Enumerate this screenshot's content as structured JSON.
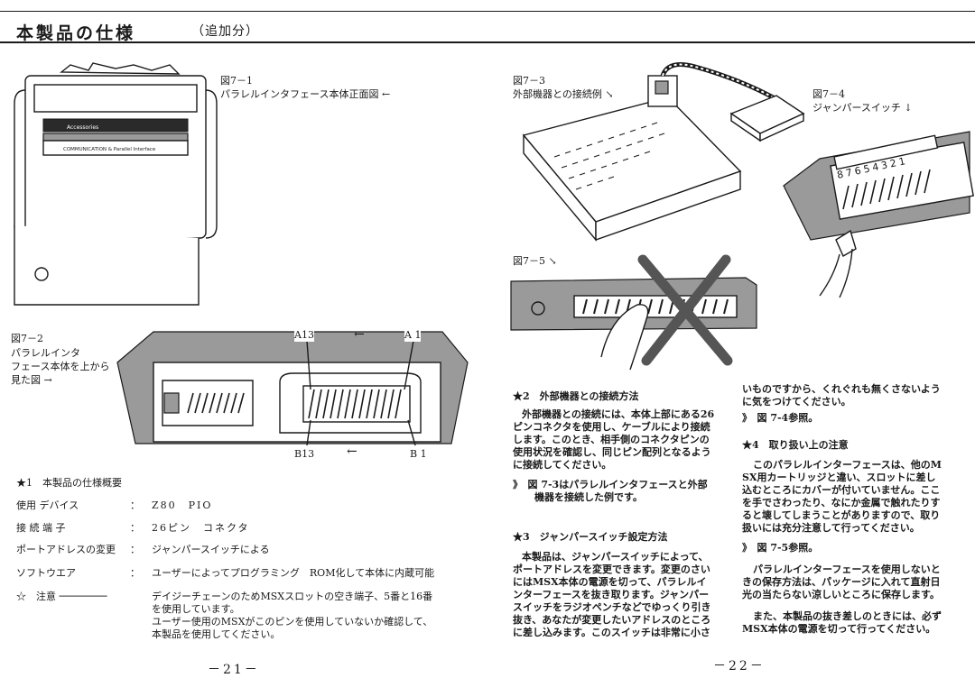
{
  "header": {
    "title": "本製品の仕様",
    "subtitle": "（追加分）"
  },
  "left_page": {
    "fig71": {
      "num": "図7－1",
      "caption": "パラレルインタフェース本体正面図 ←"
    },
    "cartridge_label": {
      "logo_text": "Accessories",
      "product_text": "COMMUNICATION & Parallel Interface"
    },
    "fig72": {
      "num": "図7－2",
      "lines": [
        "パラレルインタ",
        "フェース本体を上から",
        "見た図 →"
      ]
    },
    "connector_labels": {
      "a13": "A13",
      "a1": "A 1",
      "b13": "B13",
      "b1": "B 1",
      "arrow_top": "←",
      "arrow_bottom": "←"
    },
    "spec_heading": "★1　本製品の仕様概要",
    "specs": [
      {
        "label": "使用 デバイス",
        "colon": "：",
        "value": "Z80　PIO"
      },
      {
        "label": "接 続 端 子",
        "colon": "：",
        "value": "26ピン　コネクタ"
      },
      {
        "label": "ポートアドレスの変更",
        "colon": "：",
        "value": "ジャンパースイッチによる"
      },
      {
        "label": "ソフトウエア",
        "colon": "：",
        "value": "ユーザーによってプログラミング　ROM化して本体に内蔵可能"
      }
    ],
    "note_label": "☆　注意 ────────",
    "note_lines": [
      "デイジーチェーンのためMSXスロットの空き端子、5番と16番",
      "を使用しています。",
      "ユーザー使用のMSXがこのピンを使用していないか確認して、",
      "本製品を使用してください。"
    ],
    "page_number": "－21－"
  },
  "right_page": {
    "fig73": {
      "num": "図7－3",
      "caption": "外部機器との接続例 ↘"
    },
    "fig74": {
      "num": "図7－4",
      "caption": "ジャンパースイッチ ↓"
    },
    "jumper_digits": "87654321",
    "fig75": {
      "num": "図7－5 ↘"
    },
    "sec2": {
      "heading": "★2　外部機器との接続方法",
      "lines": [
        "外部機器との接続には、本体上部にある26",
        "ピンコネクタを使用し、ケーブルにより接続",
        "します。このとき、相手側のコネクタピンの",
        "使用状況を確認し、同じピン配列となるよう",
        "に接続してください。"
      ],
      "ref": [
        "》　図 7-3はパラレルインタフェースと外部",
        "機器を接続した例です。"
      ]
    },
    "sec3": {
      "heading": "★3　ジャンパースイッチ設定方法",
      "lines": [
        "本製品は、ジャンパースイッチによって、",
        "ポートアドレスを変更できます。変更のさい",
        "にはMSX本体の電源を切って、パラレルイ",
        "ンターフェースを抜き取ります。ジャンパー",
        "スイッチをラジオペンチなどでゆっくり引き",
        "抜き、あなたが変更したいアドレスのところ",
        "に差し込みます。このスイッチは非常に小さ"
      ]
    },
    "col2": {
      "lines1": [
        "いものですから、くれぐれも無くさないよう",
        "に気をつけてください。"
      ],
      "ref1": "》　図 7-4参照。",
      "sec4_heading": "★4　取り扱い上の注意",
      "sec4_lines": [
        "このパラレルインターフェースは、他のM",
        "SX用カートリッジと違い、スロットに差し",
        "込むところにカバーが付いていません。ここ",
        "を手でさわったり、なにか金属で触れたりす",
        "ると壊してしまうことがありますので、取り",
        "扱いには充分注意して行ってください。"
      ],
      "ref2": "》　図 7-5参照。",
      "para2": [
        "パラレルインターフェースを使用しないと",
        "きの保存方法は、パッケージに入れて直射日",
        "光の当たらない涼しいところに保存します。"
      ],
      "para3": [
        "また、本製品の抜き差しのときには、必ず",
        "MSX本体の電源を切って行ってください。"
      ]
    },
    "page_number": "－22－"
  }
}
